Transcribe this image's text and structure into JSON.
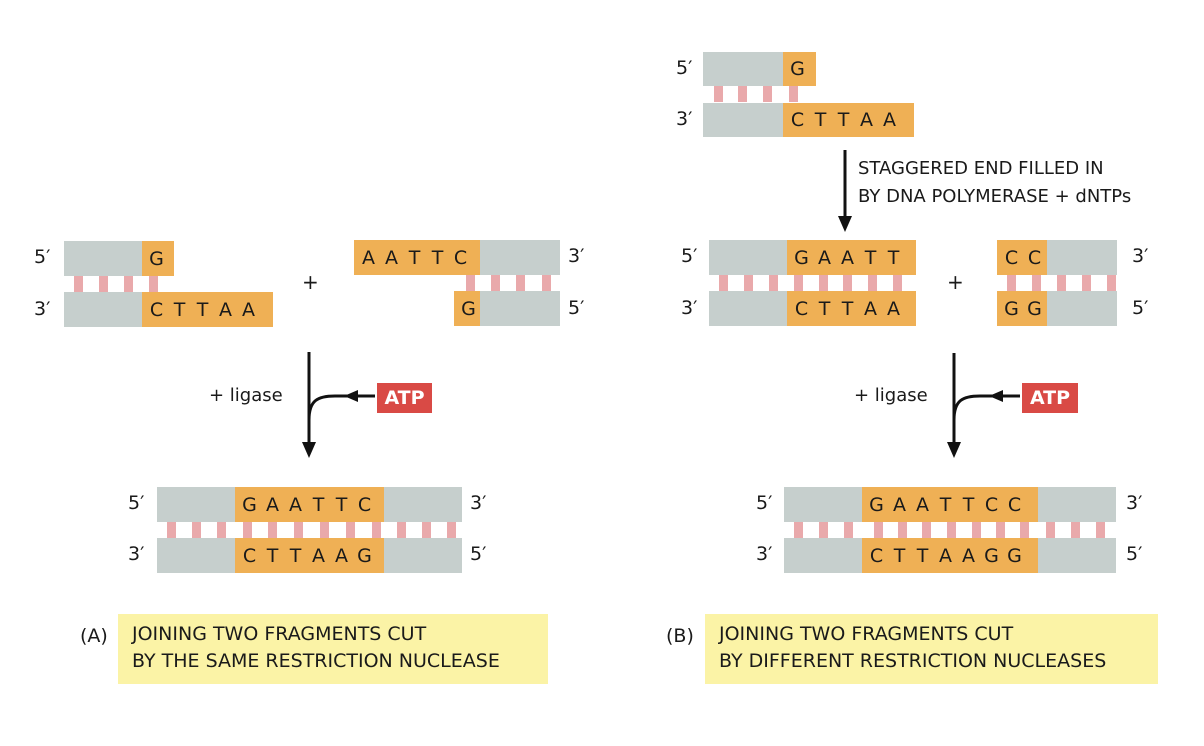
{
  "colors": {
    "backbone": "#c6cfcd",
    "sticky_end": "#efb055",
    "base_pair": "#e9a9ab",
    "atp": "#d94a45",
    "caption_bg": "#fbf3a6"
  },
  "ends": {
    "five": "5′",
    "three": "3′"
  },
  "panel_a": {
    "fragment_left": {
      "top_seq": [
        "G"
      ],
      "bottom_seq": [
        "C",
        "T",
        "T",
        "A",
        "A"
      ]
    },
    "plus": "+",
    "fragment_right": {
      "top_seq": [
        "A",
        "A",
        "T",
        "T",
        "C"
      ],
      "bottom_seq": [
        "G"
      ]
    },
    "step_label": "+ ligase",
    "atp_label": "ATP",
    "product": {
      "top_seq": [
        "G",
        "A",
        "A",
        "T",
        "T",
        "C"
      ],
      "bottom_seq": [
        "C",
        "T",
        "T",
        "A",
        "A",
        "G"
      ]
    },
    "caption_letter": "(A)",
    "caption_lines": [
      "JOINING TWO FRAGMENTS CUT",
      "BY THE SAME RESTRICTION NUCLEASE"
    ]
  },
  "panel_b": {
    "fragment_initial": {
      "top_seq": [
        "G"
      ],
      "bottom_seq": [
        "C",
        "T",
        "T",
        "A",
        "A"
      ]
    },
    "fill_in_lines": [
      "STAGGERED END FILLED IN",
      "BY DNA POLYMERASE + dNTPs"
    ],
    "fragment_filled": {
      "top_seq": [
        "G",
        "A",
        "A",
        "T",
        "T"
      ],
      "bottom_seq": [
        "C",
        "T",
        "T",
        "A",
        "A"
      ]
    },
    "plus": "+",
    "fragment_blunt": {
      "top_seq": [
        "C",
        "C"
      ],
      "bottom_seq": [
        "G",
        "G"
      ]
    },
    "step_label": "+ ligase",
    "atp_label": "ATP",
    "product": {
      "top_seq": [
        "G",
        "A",
        "A",
        "T",
        "T",
        "C",
        "C"
      ],
      "bottom_seq": [
        "C",
        "T",
        "T",
        "A",
        "A",
        "G",
        "G"
      ]
    },
    "caption_letter": "(B)",
    "caption_lines": [
      "JOINING TWO FRAGMENTS CUT",
      "BY DIFFERENT RESTRICTION NUCLEASES"
    ]
  }
}
